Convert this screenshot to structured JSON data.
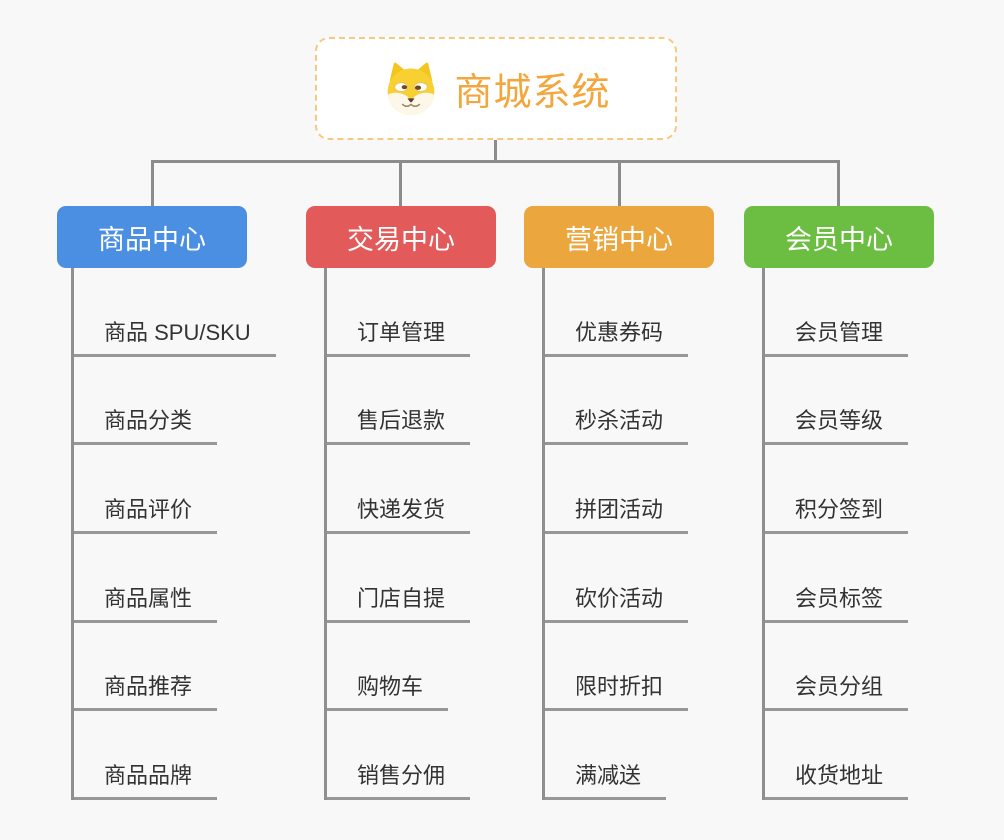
{
  "canvas": {
    "background": "#f8f8f8",
    "connector_color": "#8c8c8c"
  },
  "root": {
    "title": "商城系统",
    "icon": "dog-face-icon",
    "text_color": "#f2a63b",
    "border_color": "#f7c97e"
  },
  "branches": [
    {
      "label": "商品中心",
      "color": "#4a8fe2",
      "children": [
        "商品 SPU/SKU",
        "商品分类",
        "商品评价",
        "商品属性",
        "商品推荐",
        "商品品牌"
      ]
    },
    {
      "label": "交易中心",
      "color": "#e25a5a",
      "children": [
        "订单管理",
        "售后退款",
        "快递发货",
        "门店自提",
        "购物车",
        "销售分佣"
      ]
    },
    {
      "label": "营销中心",
      "color": "#eba63d",
      "children": [
        "优惠券码",
        "秒杀活动",
        "拼团活动",
        "砍价活动",
        "限时折扣",
        "满减送"
      ]
    },
    {
      "label": "会员中心",
      "color": "#6cbe42",
      "children": [
        "会员管理",
        "会员等级",
        "积分签到",
        "会员标签",
        "会员分组",
        "收货地址"
      ]
    }
  ]
}
